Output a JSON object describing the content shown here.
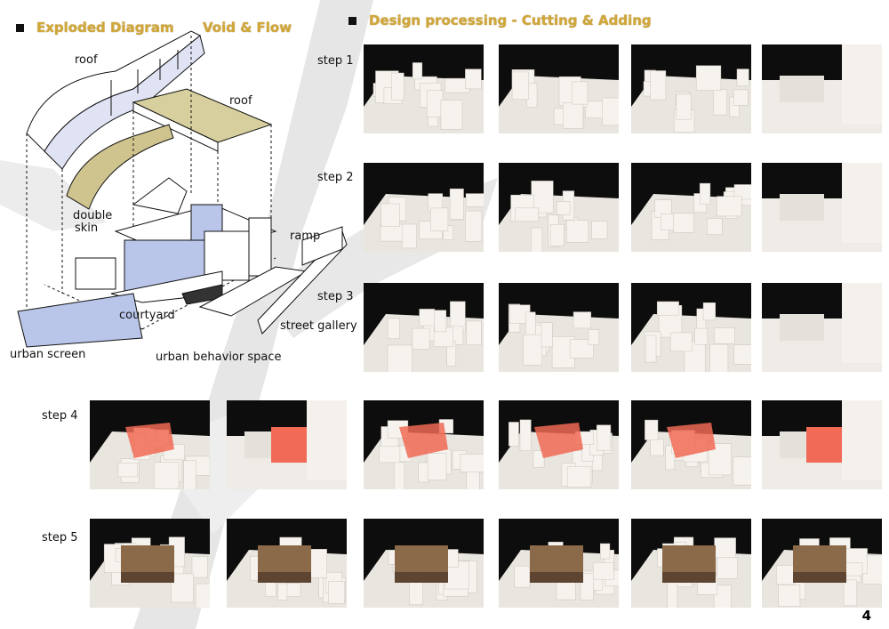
{
  "headers": {
    "exploded": "Exploded Diagram",
    "void_flow": "Void & Flow",
    "process": "Design processing - Cutting & Adding"
  },
  "diagram_labels": {
    "roof_left": "roof",
    "roof_right": "roof",
    "double": "double",
    "skin": "skin",
    "ramp": "ramp",
    "courtyard": "courtyard",
    "street_gallery": "street gallery",
    "urban_screen": "urban screen",
    "urban_behavior": "urban behavior space"
  },
  "steps": [
    "step 1",
    "step 2",
    "step 3",
    "step 4",
    "step 5"
  ],
  "photos": {
    "step1": [
      "white-blocks",
      "white-blocks",
      "white-blocks",
      "white-closeup"
    ],
    "step2": [
      "white-blocks",
      "white-blocks",
      "white-blocks",
      "white-closeup"
    ],
    "step3": [
      "white-blocks",
      "white-blocks",
      "white-blocks",
      "white-closeup"
    ],
    "step4": [
      "red-void",
      "red-closeup",
      "red-void",
      "red-void",
      "red-void",
      "red-closeup"
    ],
    "step5": [
      "wood-model",
      "wood-model",
      "wood-model",
      "wood-model",
      "wood-model",
      "wood-model"
    ]
  },
  "colors": {
    "heading_gold": "#d1a73a",
    "void_red": "#f06a55",
    "glass_blue": "#b9c6ea",
    "roof_olive": "#cfc48e"
  },
  "page_number": "4"
}
